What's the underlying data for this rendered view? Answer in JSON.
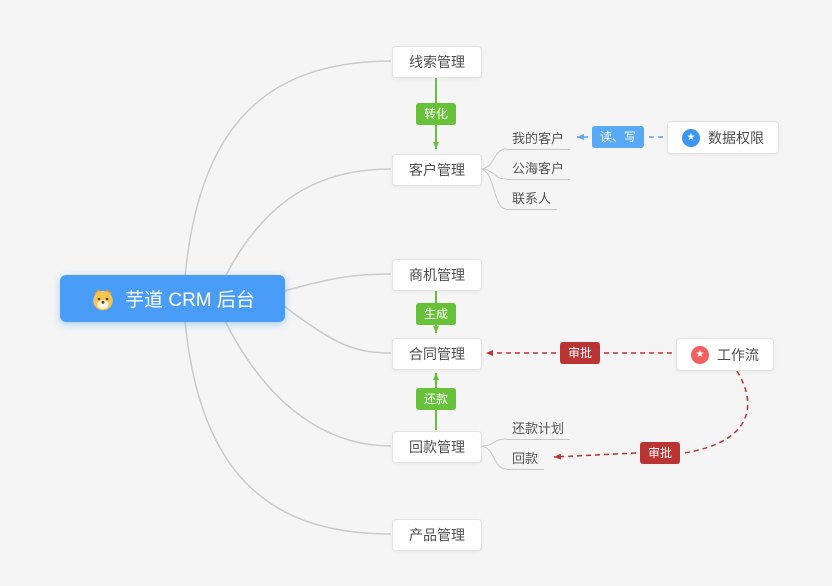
{
  "root": {
    "label": "芋道 CRM 后台"
  },
  "nodes": {
    "leads": {
      "label": "线索管理"
    },
    "customers": {
      "label": "客户管理"
    },
    "opportunities": {
      "label": "商机管理"
    },
    "contracts": {
      "label": "合同管理"
    },
    "payments": {
      "label": "回款管理"
    },
    "products": {
      "label": "产品管理"
    },
    "data_permission": {
      "label": "数据权限"
    },
    "workflow": {
      "label": "工作流"
    }
  },
  "subitems": {
    "my_customers": {
      "label": "我的客户"
    },
    "public_customers": {
      "label": "公海客户"
    },
    "contacts": {
      "label": "联系人"
    },
    "repayment_plan": {
      "label": "还款计划"
    },
    "repayment": {
      "label": "回款"
    }
  },
  "badges": {
    "convert": {
      "label": "转化"
    },
    "generate": {
      "label": "生成"
    },
    "repay": {
      "label": "还款"
    },
    "read_write": {
      "label": "读、写"
    },
    "approve_contract": {
      "label": "审批"
    },
    "approve_payment": {
      "label": "审批"
    }
  },
  "icons": {
    "star": "★"
  },
  "colors": {
    "root_bg": "#4a9df6",
    "green": "#67c23a",
    "blue": "#58aaf6",
    "red": "#bb3434",
    "connector": "#cbcbcb",
    "permission_icon": "#3b97f3",
    "workflow_icon": "#f25f5f"
  }
}
